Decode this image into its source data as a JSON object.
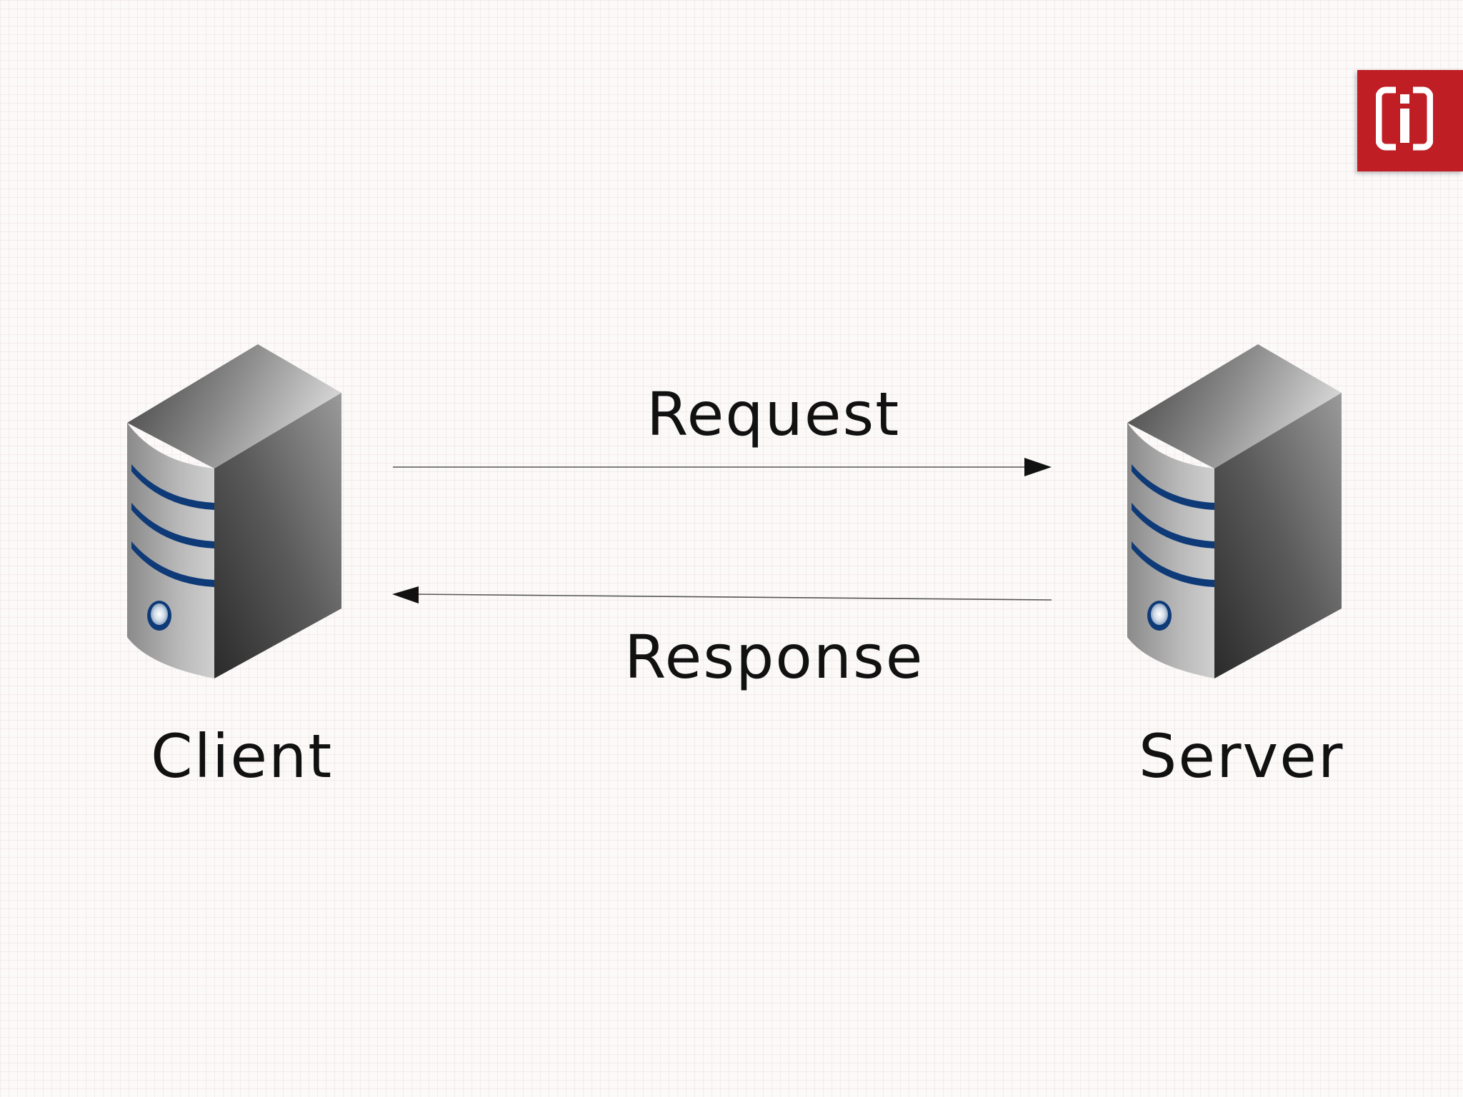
{
  "diagram": {
    "request_label": "Request",
    "response_label": "Response",
    "client_label": "Client",
    "server_label": "Server",
    "nodes": [
      {
        "name": "Client",
        "icon": "server-tower-icon"
      },
      {
        "name": "Server",
        "icon": "server-tower-icon"
      }
    ],
    "edges": [
      {
        "from": "Client",
        "to": "Server",
        "label": "Request"
      },
      {
        "from": "Server",
        "to": "Client",
        "label": "Response"
      }
    ]
  },
  "logo": {
    "icon": "brand-logo-icon"
  },
  "colors": {
    "background": "#fcf9f9",
    "logo_red": "#be1e24",
    "stripe_blue": "#0e3a78",
    "text": "#111111"
  }
}
